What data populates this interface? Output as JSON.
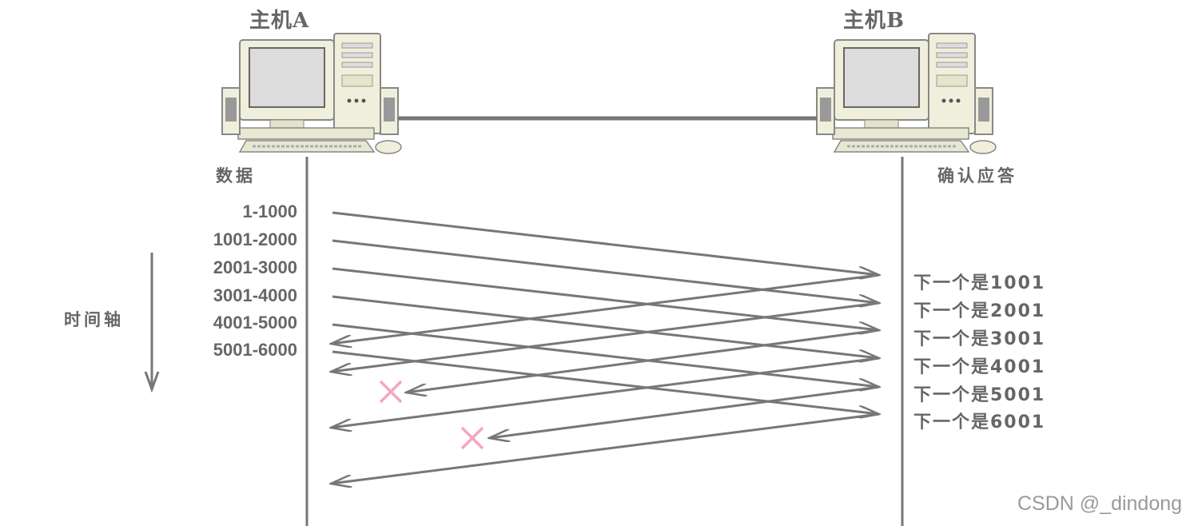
{
  "hosts": [
    {
      "id": "A",
      "label": "主机A"
    },
    {
      "id": "B",
      "label": "主机B"
    }
  ],
  "labels": {
    "data_column": "数据",
    "ack_column": "确认应答",
    "time_axis": "时间轴"
  },
  "segments": [
    "1-1000",
    "1001-2000",
    "2001-3000",
    "3001-4000",
    "4001-5000",
    "5001-6000"
  ],
  "acks": [
    {
      "text": "下一个是1001",
      "lost": false
    },
    {
      "text": "下一个是2001",
      "lost": false
    },
    {
      "text": "下一个是3001",
      "lost": true
    },
    {
      "text": "下一个是4001",
      "lost": false
    },
    {
      "text": "下一个是5001",
      "lost": true
    },
    {
      "text": "下一个是6001",
      "lost": false
    }
  ],
  "lost_marker": "×",
  "watermark": "CSDN @_dindong",
  "colors": {
    "line": "#777777",
    "lost": "#f4a6c0",
    "computer_body": "#efefdc",
    "computer_outline": "#888888"
  }
}
